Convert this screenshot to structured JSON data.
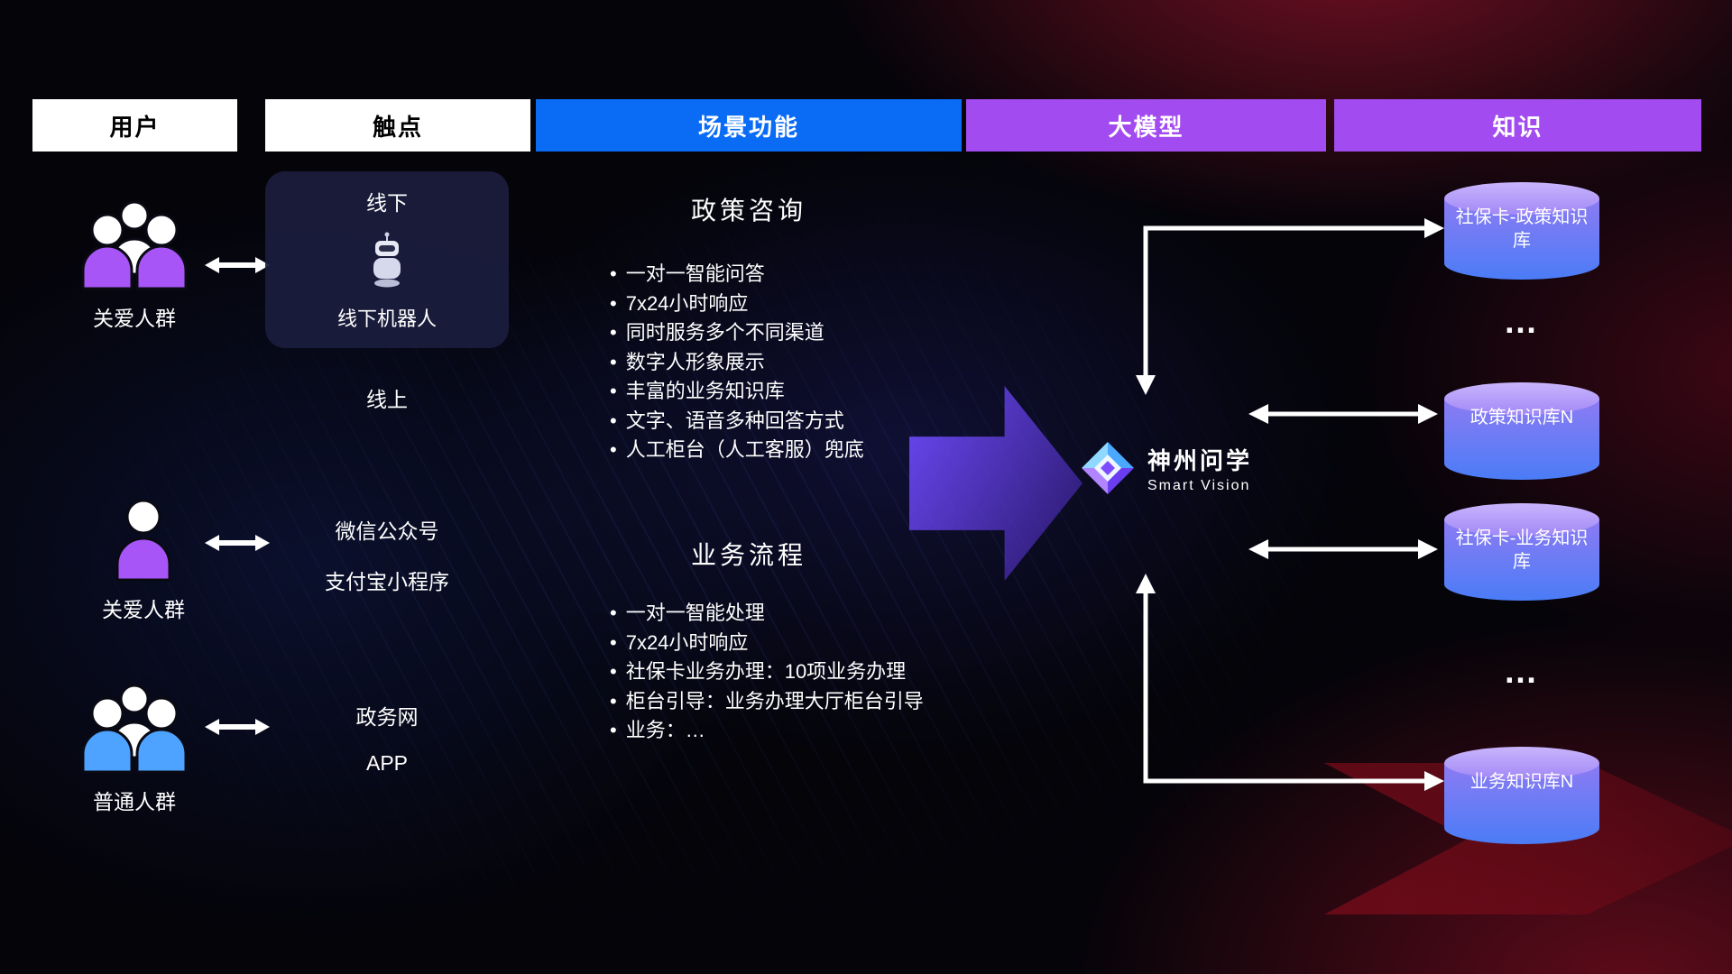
{
  "header": {
    "columns": [
      {
        "label": "用户"
      },
      {
        "label": "触点"
      },
      {
        "label": "场景功能"
      },
      {
        "label": "大模型"
      },
      {
        "label": "知识"
      }
    ]
  },
  "users": [
    {
      "label": "关爱人群",
      "icon": "people-group-icon",
      "color": "#a855f7"
    },
    {
      "label": "关爱人群",
      "icon": "person-icon",
      "color": "#a855f7"
    },
    {
      "label": "普通人群",
      "icon": "people-group-icon",
      "color": "#4da3ff"
    }
  ],
  "touchpoints": {
    "offline_title": "线下",
    "offline_robot_label": "线下机器人",
    "online_title": "线上",
    "channels": [
      "微信公众号",
      "支付宝小程序",
      "政务网",
      "APP"
    ]
  },
  "scenarios": [
    {
      "title": "政策咨询",
      "bullets": [
        "一对一智能问答",
        "7x24小时响应",
        "同时服务多个不同渠道",
        "数字人形象展示",
        "丰富的业务知识库",
        "文字、语音多种回答方式",
        "人工柜台（人工客服）兜底"
      ]
    },
    {
      "title": "业务流程",
      "bullets": [
        "一对一智能处理",
        "7x24小时响应",
        "社保卡业务办理：10项业务办理",
        "柜台引导：业务办理大厅柜台引导",
        "业务：…"
      ]
    }
  ],
  "model": {
    "name": "神州问学",
    "subtitle": "Smart Vision"
  },
  "knowledge": {
    "items": [
      {
        "type": "db",
        "label": "社保卡-政策知识库"
      },
      {
        "type": "ellipsis",
        "label": "…"
      },
      {
        "type": "db",
        "label": "政策知识库N"
      },
      {
        "type": "db",
        "label": "社保卡-业务知识库"
      },
      {
        "type": "ellipsis",
        "label": "…"
      },
      {
        "type": "db",
        "label": "业务知识库N"
      }
    ]
  },
  "icons": {
    "people_group": "group-of-people",
    "person": "single-person",
    "robot": "service-robot",
    "logo": "diamond-gem-logo",
    "arrow": "bidirectional-arrow"
  },
  "colors": {
    "header_blue": "#0a6cf5",
    "header_purple": "#a24bf0",
    "db_top": "#c9b5fd",
    "db_bottom": "#4a7cf6",
    "user_purple": "#a855f7",
    "user_blue": "#4da3ff",
    "accent_arrow": "#6d4aff"
  }
}
